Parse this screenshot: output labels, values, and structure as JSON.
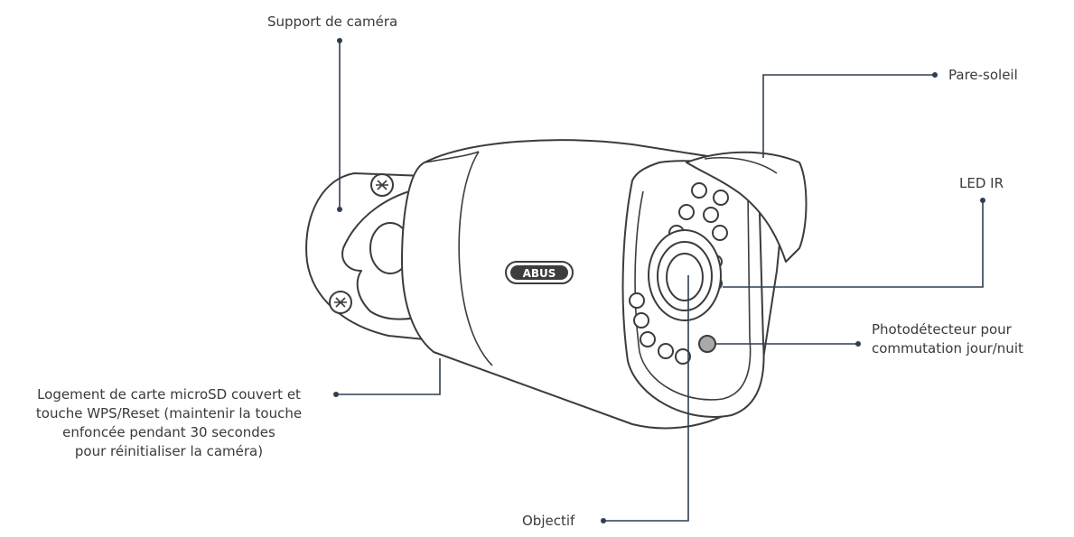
{
  "labels": {
    "support": "Support de caméra",
    "pare_soleil": "Pare-soleil",
    "led_ir": "LED IR",
    "photodetecteur": [
      "Photodétecteur pour",
      "commutation jour/nuit"
    ],
    "logement": [
      "Logement de carte microSD couvert et",
      "touche WPS/Reset (maintenir la touche",
      "enfoncée pendant 30 secondes",
      "pour réinitialiser la caméra)"
    ],
    "objectif": "Objectif"
  },
  "brand": "ABUS",
  "colors": {
    "leader": "#2f3e50",
    "text": "#3a3a3a",
    "outline": "#3c3c3c",
    "sensor": "#a9a9a9"
  }
}
